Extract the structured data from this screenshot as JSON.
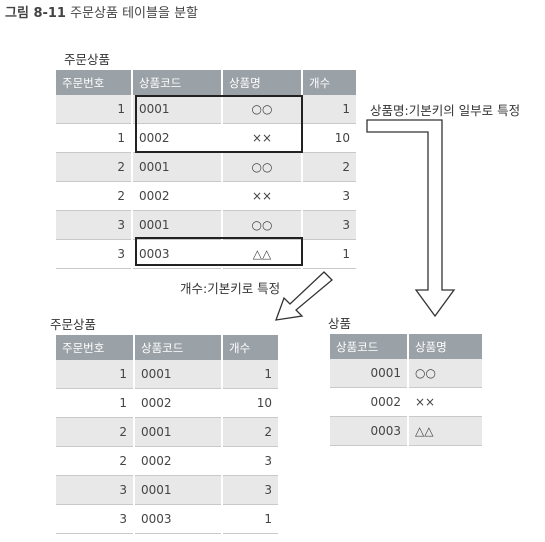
{
  "figure": {
    "label": "그림 8-11",
    "title": "주문상품 테이블을 분할"
  },
  "top_table": {
    "caption": "주문상품",
    "headers": [
      "주문번호",
      "상품코드",
      "상품명",
      "개수"
    ],
    "rows": [
      [
        "1",
        "0001",
        "○○",
        "1"
      ],
      [
        "1",
        "0002",
        "××",
        "10"
      ],
      [
        "2",
        "0001",
        "○○",
        "2"
      ],
      [
        "2",
        "0002",
        "××",
        "3"
      ],
      [
        "3",
        "0001",
        "○○",
        "3"
      ],
      [
        "3",
        "0003",
        "△△",
        "1"
      ]
    ]
  },
  "annotations": {
    "partial_key": "상품명:기본키의 일부로 특정",
    "full_key": "개수:기본키로 특정"
  },
  "bottom_left_table": {
    "caption": "주문상품",
    "headers": [
      "주문번호",
      "상품코드",
      "개수"
    ],
    "rows": [
      [
        "1",
        "0001",
        "1"
      ],
      [
        "1",
        "0002",
        "10"
      ],
      [
        "2",
        "0001",
        "2"
      ],
      [
        "2",
        "0002",
        "3"
      ],
      [
        "3",
        "0001",
        "3"
      ],
      [
        "3",
        "0003",
        "1"
      ]
    ]
  },
  "bottom_right_table": {
    "caption": "상품",
    "headers": [
      "상품코드",
      "상품명"
    ],
    "rows": [
      [
        "0001",
        "○○"
      ],
      [
        "0002",
        "××"
      ],
      [
        "0003",
        "△△"
      ]
    ]
  }
}
